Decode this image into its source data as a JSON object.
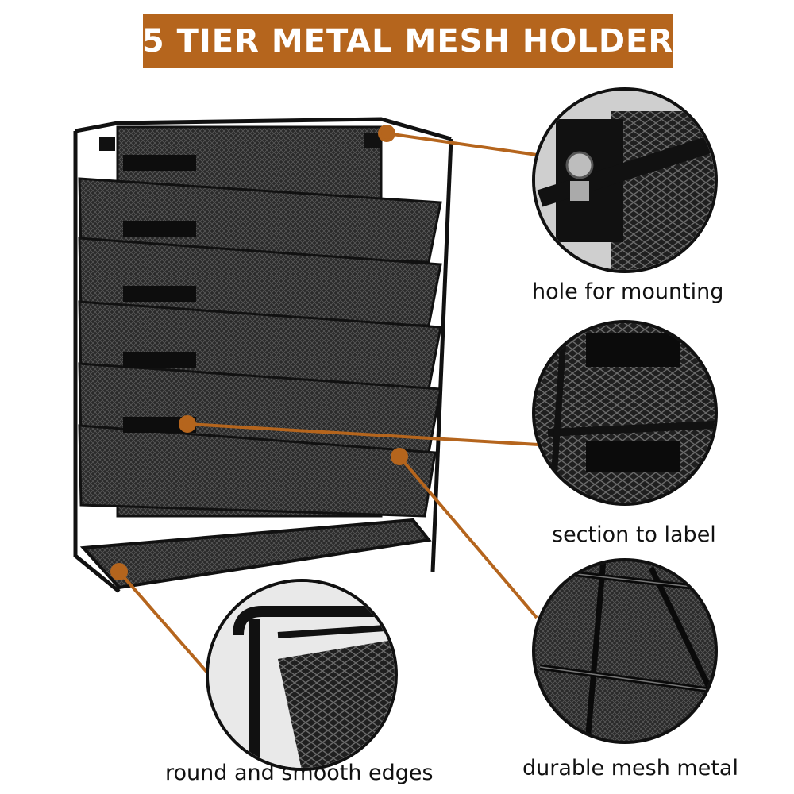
{
  "banner": {
    "title": "5 TIER METAL MESH HOLDER",
    "color": "#b5651d"
  },
  "callouts": [
    {
      "id": "mounting",
      "label": "hole for mounting"
    },
    {
      "id": "label",
      "label": "section to label"
    },
    {
      "id": "mesh",
      "label": "durable mesh metal"
    },
    {
      "id": "edges",
      "label": "round and smooth edges"
    }
  ],
  "colors": {
    "leader": "#b5651d",
    "metal": "#1a1a1a"
  }
}
